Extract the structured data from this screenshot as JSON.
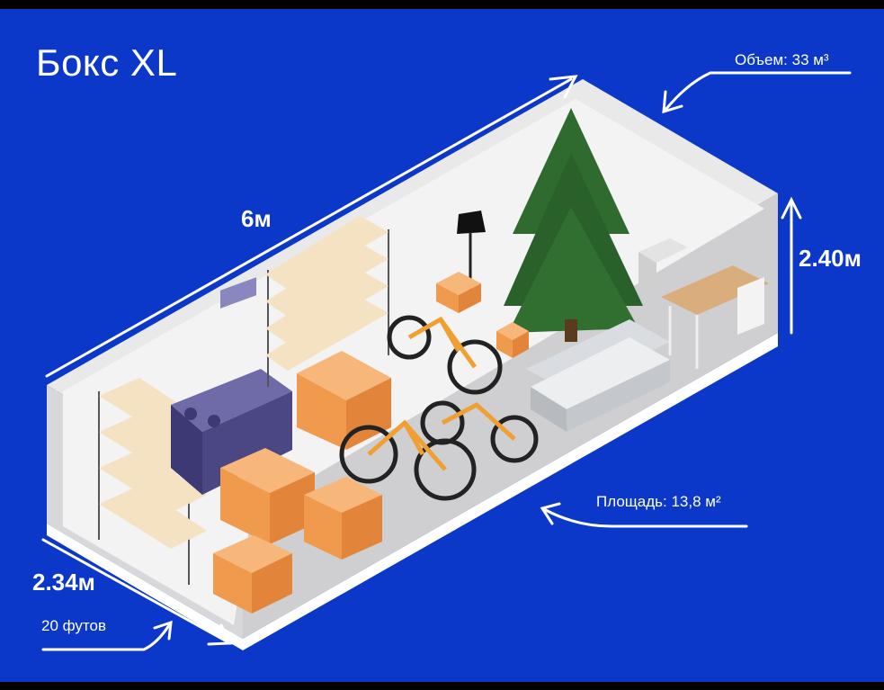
{
  "title": "Бокс XL",
  "dimensions": {
    "length": "6м",
    "height": "2.40м",
    "width": "2.34м",
    "width_note": "20 футов"
  },
  "area_label": "Площадь: 13,8 м²",
  "volume_label": "Объем: 33 м³",
  "colors": {
    "background": "#0b38c8",
    "box_fill": "#f5a25a",
    "bike_frame": "#f0a033",
    "tree": "#2f6b2f",
    "walls": "#e7e7e7"
  }
}
